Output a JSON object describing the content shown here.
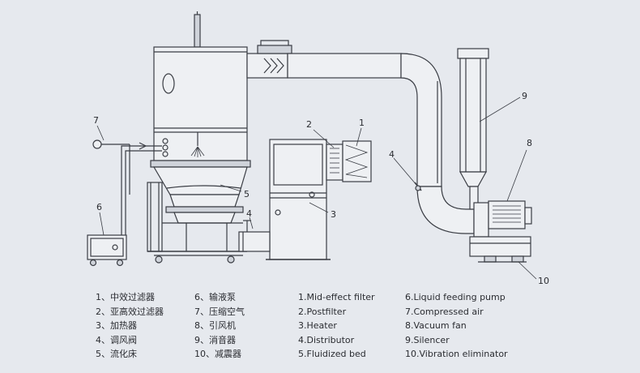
{
  "callouts": [
    "1",
    "2",
    "3",
    "4",
    "4",
    "5",
    "6",
    "7",
    "8",
    "9",
    "10"
  ],
  "legend_cn_col1": [
    "1、中效过滤器",
    "2、亚高效过滤器",
    "3、加热器",
    "4、调风阀",
    "5、流化床"
  ],
  "legend_cn_col2": [
    "6、输液泵",
    "7、压缩空气",
    "8、引风机",
    "9、消音器",
    "10、减震器"
  ],
  "legend_en_col1": [
    "1.Mid-effect filter",
    "2.Postfilter",
    "3.Heater",
    "4.Distributor",
    "5.Fluidized bed"
  ],
  "legend_en_col2": [
    "6.Liquid feeding pump",
    "7.Compressed air",
    "8.Vacuum fan",
    "9.Silencer",
    "10.Vibration eliminator"
  ]
}
